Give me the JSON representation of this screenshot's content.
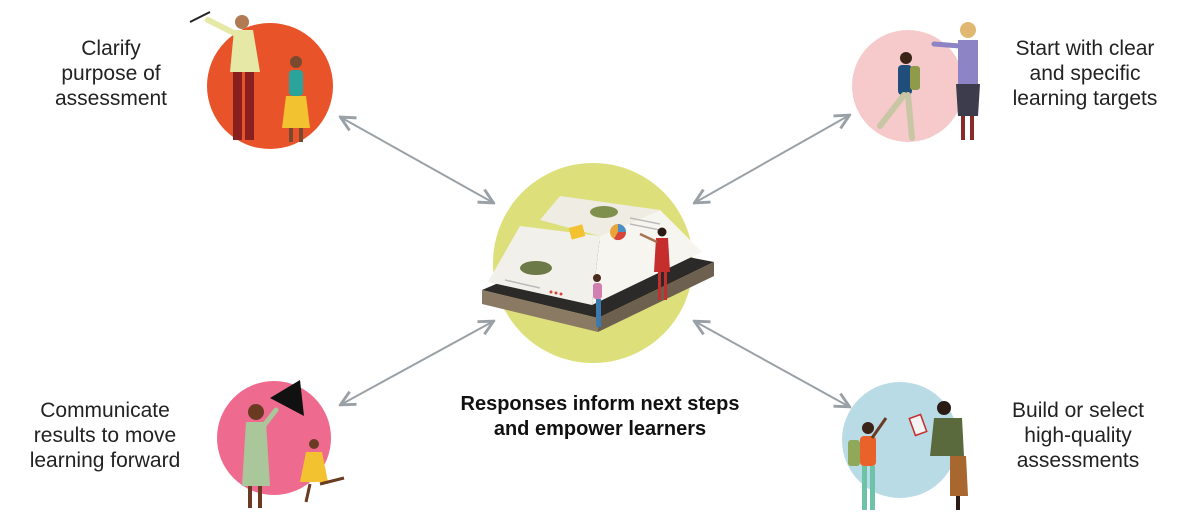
{
  "nodes": {
    "top_left": {
      "lines": [
        "Clarify",
        "purpose of",
        "assessment"
      ],
      "circle_color": "#e8532a"
    },
    "top_right": {
      "lines": [
        "Start with clear",
        "and specific",
        "learning targets"
      ],
      "circle_color": "#f6c9cb"
    },
    "bottom_left": {
      "lines": [
        "Communicate",
        "results to move",
        "learning forward"
      ],
      "circle_color": "#ee6a8e"
    },
    "bottom_right": {
      "lines": [
        "Build or select",
        "high-quality",
        "assessments"
      ],
      "circle_color": "#b9dbe6"
    }
  },
  "center": {
    "lines": [
      "Responses inform next steps",
      "and empower learners"
    ],
    "circle_color": "#dde07a"
  },
  "arrow_color": "#9aa1a6"
}
